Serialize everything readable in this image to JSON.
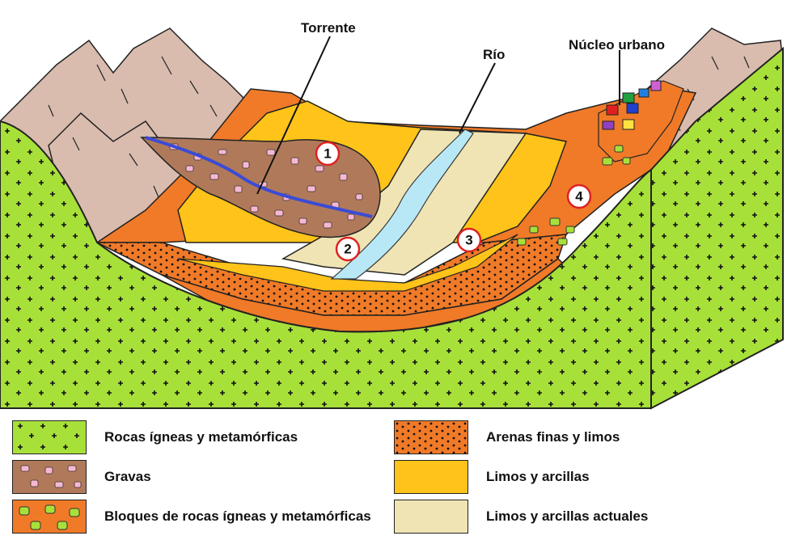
{
  "labels": {
    "torrente": "Torrente",
    "rio": "Río",
    "nucleo_urbano": "Núcleo urbano"
  },
  "markers": [
    "1",
    "2",
    "3",
    "4"
  ],
  "legend": [
    {
      "key": "igneous",
      "label": "Rocas ígneas y metamórficas",
      "color": "#a8e03a"
    },
    {
      "key": "gravel",
      "label": "Gravas",
      "color": "#b07a5a"
    },
    {
      "key": "blocks",
      "label": "Bloques de rocas ígneas y metamórficas",
      "color": "#f07a28"
    },
    {
      "key": "sand",
      "label": "Arenas finas y limos",
      "color": "#f07a28"
    },
    {
      "key": "silt",
      "label": "Limos y arcillas",
      "color": "#ffc31a"
    },
    {
      "key": "silt_now",
      "label": "Limos y arcillas actuales",
      "color": "#f0e4b4"
    }
  ]
}
